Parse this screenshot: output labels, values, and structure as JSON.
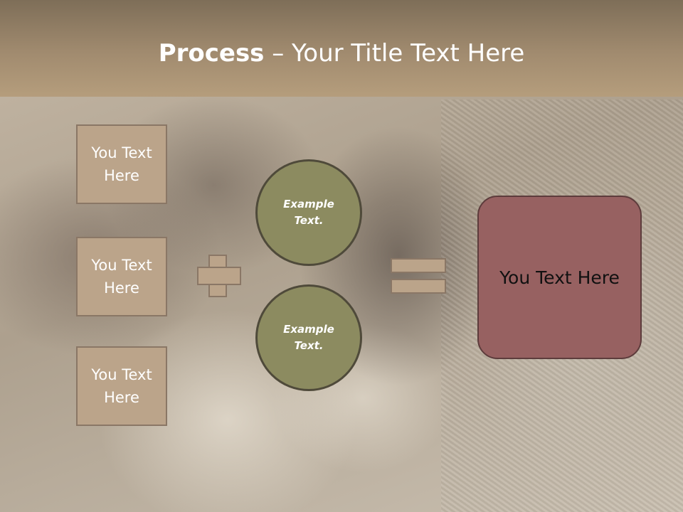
{
  "slide": {
    "title_bold": "Process",
    "title_rest": " – Your Title Text Here",
    "left_boxes": [
      "You Text Here",
      "You Text Here",
      "You Text Here"
    ],
    "circles": [
      "Example Text.",
      "Example Text."
    ],
    "result_text": "You Text Here"
  },
  "colors": {
    "header": "#a18b6f",
    "box_fill": "#bba48a",
    "circle_fill": "#8c8b60",
    "result_fill": "#976161"
  }
}
